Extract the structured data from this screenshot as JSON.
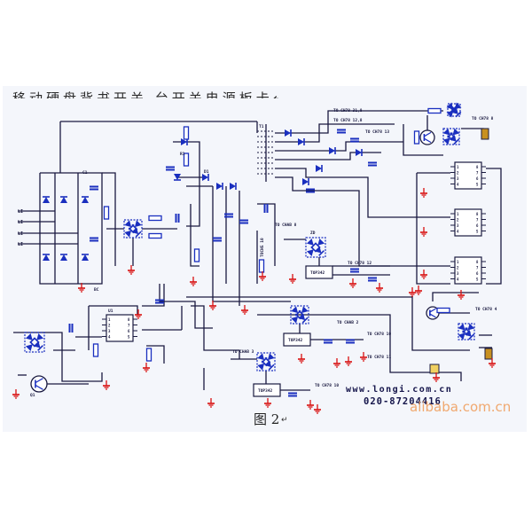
{
  "figure": {
    "caption": "图 2",
    "caption_mark": "↵",
    "header_fragment": "移动硬盘背书开关 台开关电源板卡↵",
    "website": "www.longi.com.cn",
    "phone": "020-87204416",
    "watermark": "alibaba.com.cn"
  },
  "labels": {
    "input_terminals": [
      "LI",
      "LI",
      "LI",
      "LI"
    ],
    "output_rails": [
      "TO CH78 31,8",
      "TO CH78 12,8",
      "TO CH78 8",
      "TO CH78 4",
      "TO CH78 12",
      "TO CH78 10",
      "TO CH78 11",
      "TO CH78 10",
      "TO CH78 13",
      "TO CHAB 2",
      "TO CHAB 3",
      "TO CHAB 8"
    ],
    "regulators": [
      "TOP342",
      "TOP342",
      "TOP342",
      "TOP342"
    ],
    "transformer_tag": "TOCH5 10",
    "ic_pins_left": [
      "1",
      "2",
      "3",
      "4"
    ],
    "ic_pins_right": [
      "8",
      "7",
      "6",
      "5"
    ],
    "component_tags": [
      "C1",
      "R1",
      "D1",
      "Q1",
      "T1",
      "U1",
      "ZD",
      "BC"
    ]
  },
  "colors": {
    "wire": "#1a1a40",
    "component": "#1a2fbf",
    "ground": "#d81010",
    "ic_body": "#ffffff",
    "panel": "#f4f6fb"
  }
}
